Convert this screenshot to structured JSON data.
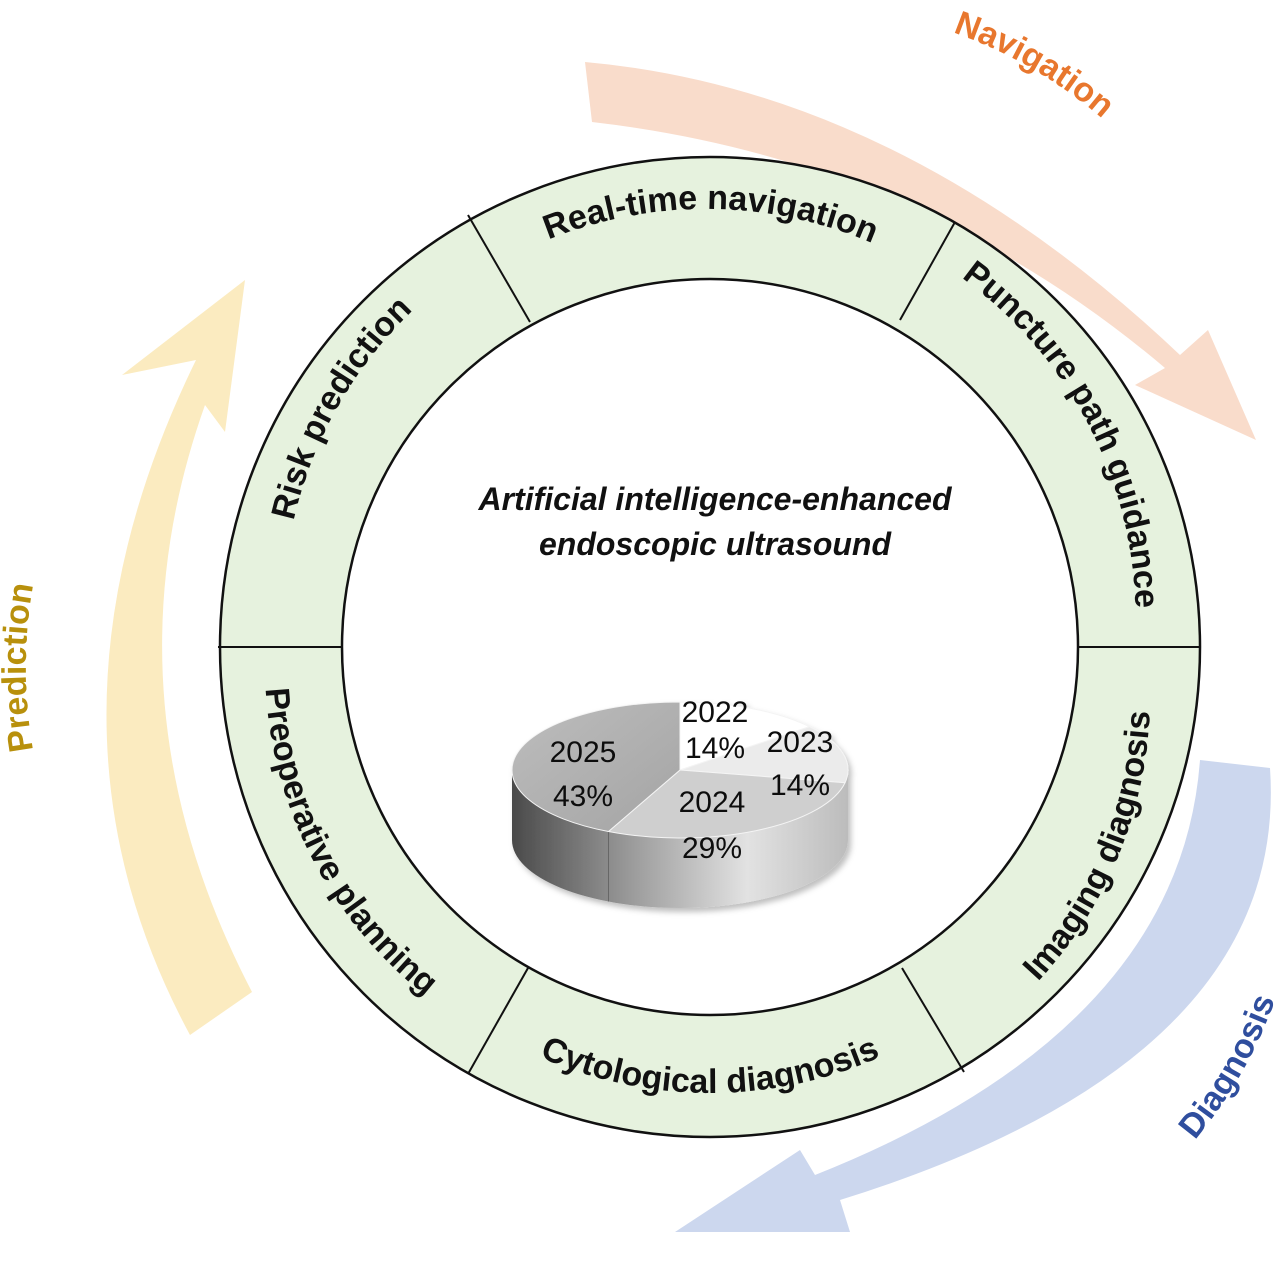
{
  "center_title": {
    "line1": "Artificial intelligence-enhanced",
    "line2": "endoscopic ultrasound"
  },
  "ring_segments": [
    {
      "id": "realtime-navigation",
      "label": "Real-time navigation"
    },
    {
      "id": "puncture-path-guidance",
      "label": "Puncture path guidance"
    },
    {
      "id": "imaging-diagnosis",
      "label": "Imaging diagnosis"
    },
    {
      "id": "cytological-diagnosis",
      "label": "Cytological diagnosis"
    },
    {
      "id": "preoperative-planning",
      "label": "Preoperative planning"
    },
    {
      "id": "risk-prediction",
      "label": "Risk prediction"
    }
  ],
  "arrows": [
    {
      "id": "navigation",
      "label": "Navigation",
      "color": "#E8772E",
      "fill": "#F9DCCB"
    },
    {
      "id": "diagnosis",
      "label": "Diagnosis",
      "color": "#2F4E9E",
      "fill": "#CCD7EE"
    },
    {
      "id": "prediction",
      "label": "Prediction",
      "color": "#B8900C",
      "fill": "#FBEBC0"
    }
  ],
  "ring_color": "#E6F2DE",
  "chart_data": {
    "type": "pie",
    "slices": [
      {
        "year": "2022",
        "percent_label": "14%",
        "value": 14
      },
      {
        "year": "2023",
        "percent_label": "14%",
        "value": 14
      },
      {
        "year": "2024",
        "percent_label": "29%",
        "value": 29
      },
      {
        "year": "2025",
        "percent_label": "43%",
        "value": 43
      }
    ]
  }
}
